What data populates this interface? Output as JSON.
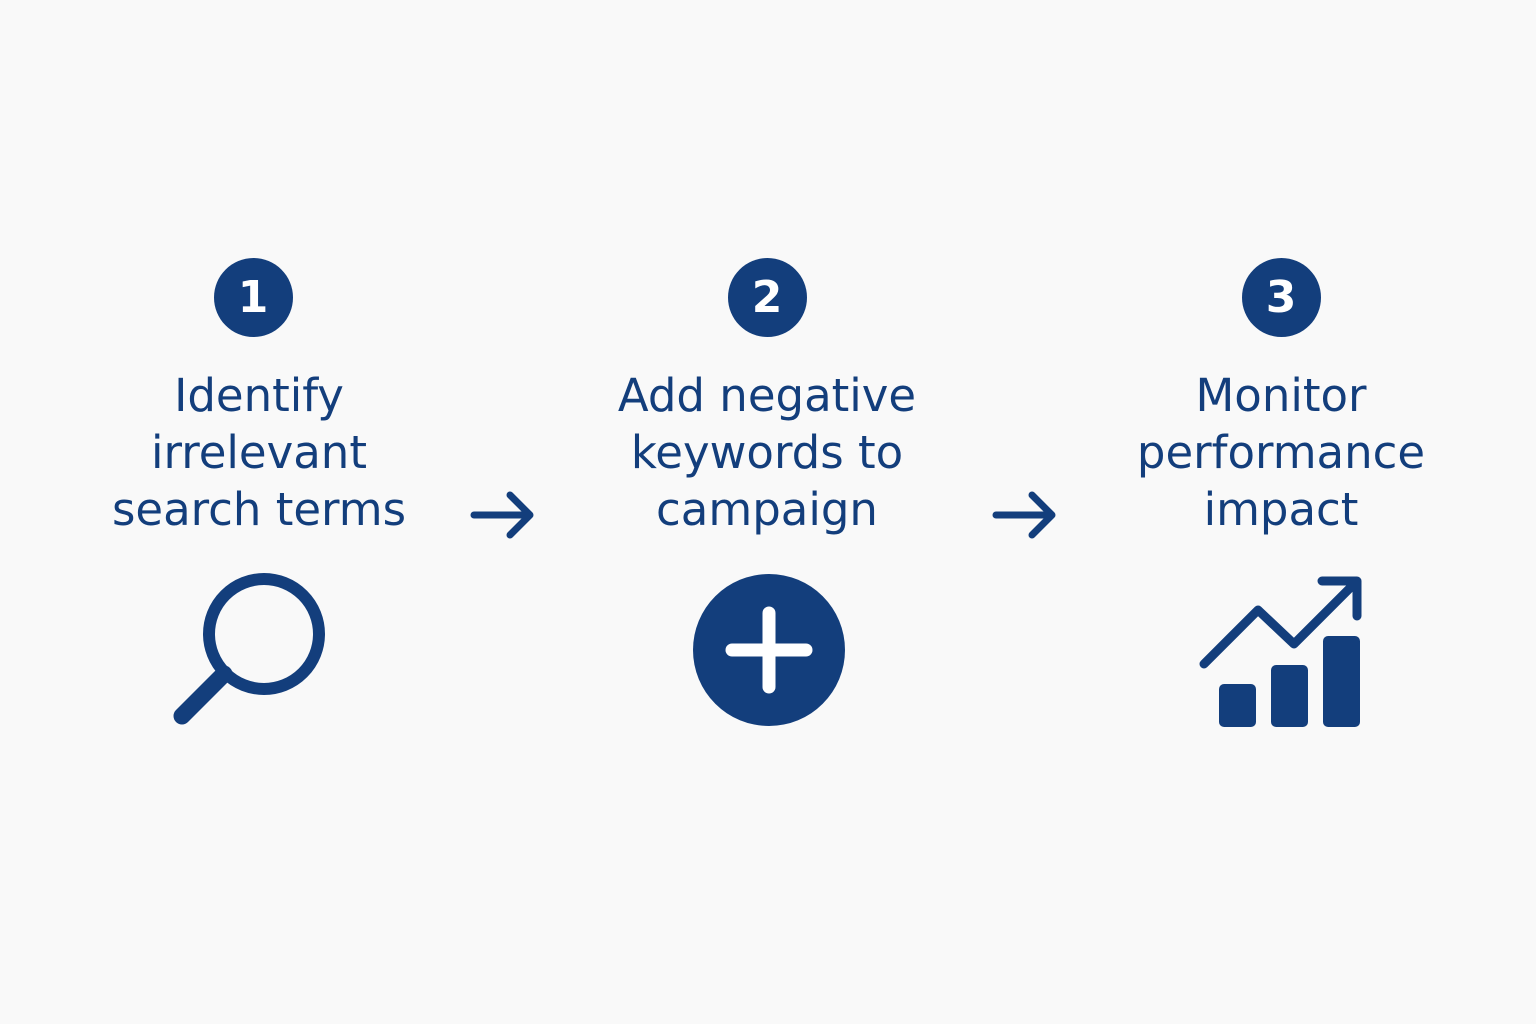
{
  "colors": {
    "background": "#f9f9f9",
    "accent": "#133e7c"
  },
  "steps": [
    {
      "number": "1",
      "lines": [
        "Identify",
        "irrelevant",
        "search terms"
      ],
      "icon": "search-icon"
    },
    {
      "number": "2",
      "lines": [
        "Add negative",
        "keywords to",
        "campaign"
      ],
      "icon": "plus-circle-icon"
    },
    {
      "number": "3",
      "lines": [
        "Monitor",
        "performance",
        "impact"
      ],
      "icon": "trending-up-chart-icon"
    }
  ],
  "connectors": [
    {
      "icon": "arrow-right-icon"
    },
    {
      "icon": "arrow-right-icon"
    }
  ]
}
